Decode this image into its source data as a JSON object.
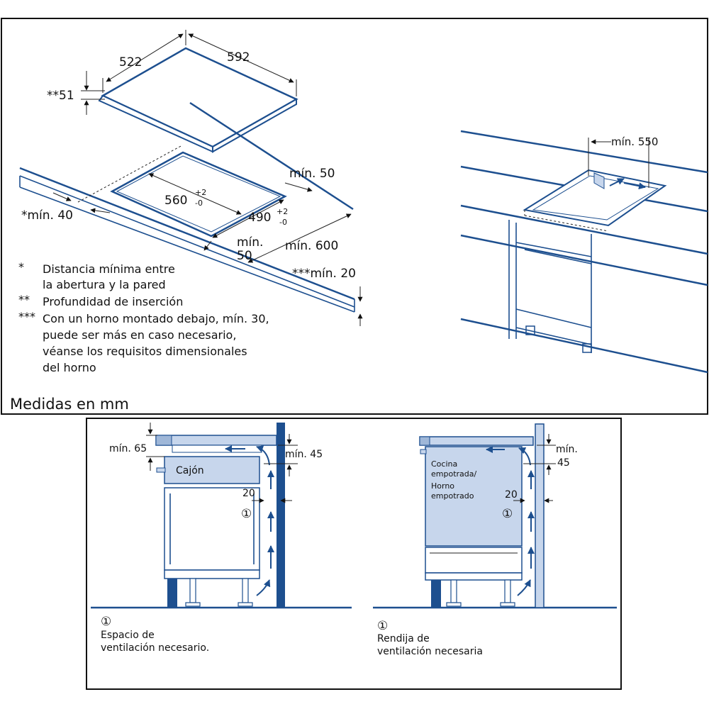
{
  "top": {
    "hob": {
      "w": "522",
      "d": "592",
      "thick": "**51"
    },
    "cutout": {
      "w": "560",
      "w_tol_plus": "+2",
      "w_tol_minus": "-0",
      "d": "490",
      "d_tol_plus": "+2",
      "d_tol_minus": "-0"
    },
    "min_50_right": "mín. 50",
    "min_40": "*mín. 40",
    "min_50_front_a": "mín.",
    "min_50_front_b": "50",
    "min_600": "mín. 600",
    "min_20": "***mín. 20",
    "notes": [
      {
        "mark": "*",
        "lines": [
          "Distancia mínima entre",
          "la abertura y la pared"
        ]
      },
      {
        "mark": "**",
        "lines": [
          "Profundidad de inserción"
        ]
      },
      {
        "mark": "***",
        "lines": [
          "Con un horno montado debajo, mín. 30,",
          "puede ser más en caso necesario,",
          "véanse los requisitos dimensionales",
          "del horno"
        ]
      }
    ],
    "units": "Medidas en mm",
    "min_550": "mín. 550"
  },
  "bottom": {
    "left": {
      "min_65": "mín. 65",
      "min_45": "mín.  45",
      "drawer": "Cajón",
      "gap_20": "20",
      "mark": "①",
      "caption_mark": "①",
      "caption": [
        "Espacio de",
        "ventilación necesario."
      ]
    },
    "right": {
      "min_a": "mín.",
      "min_b": "45",
      "oven": [
        "Cocina",
        "empotrada/",
        "Horno",
        "empotrado"
      ],
      "gap_20": "20",
      "mark": "①",
      "caption_mark": "①",
      "caption": [
        "Rendija de",
        "ventilación necesaria"
      ]
    }
  },
  "colors": {
    "line": "#1d4f8f",
    "panel": "#c7d6ec",
    "frame": "#111111"
  }
}
